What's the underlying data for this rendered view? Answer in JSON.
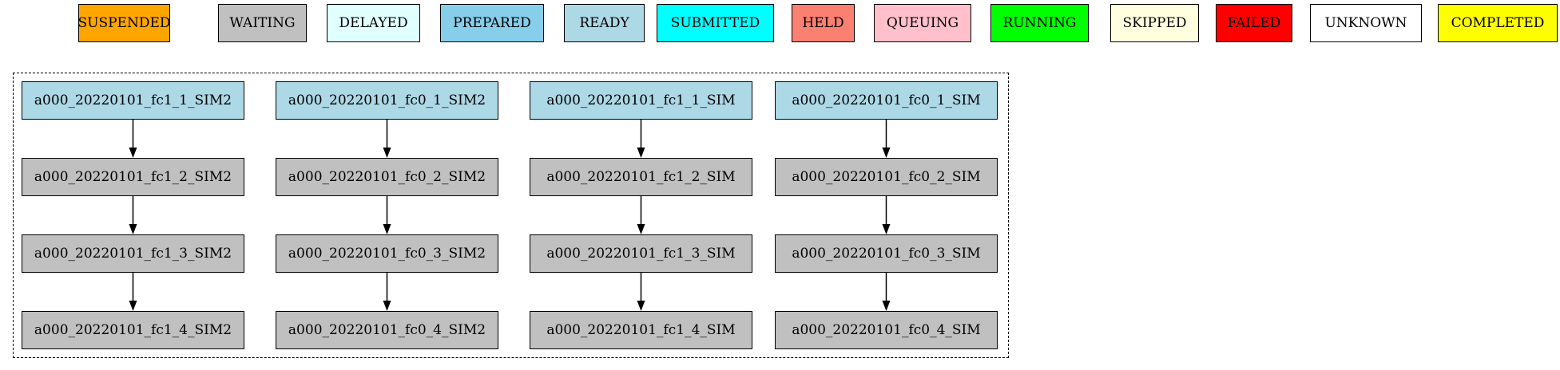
{
  "legend": [
    {
      "label": "SUSPENDED",
      "color": "#FFA500"
    },
    {
      "label": "WAITING",
      "color": "#C0C0C0"
    },
    {
      "label": "DELAYED",
      "color": "#E0FFFF"
    },
    {
      "label": "PREPARED",
      "color": "#87CEEB"
    },
    {
      "label": "READY",
      "color": "#ADD8E6"
    },
    {
      "label": "SUBMITTED",
      "color": "#00FFFF"
    },
    {
      "label": "HELD",
      "color": "#FA8072"
    },
    {
      "label": "QUEUING",
      "color": "#FFC0CB"
    },
    {
      "label": "RUNNING",
      "color": "#00FF00"
    },
    {
      "label": "SKIPPED",
      "color": "#FFFFE0"
    },
    {
      "label": "FAILED",
      "color": "#FF0000"
    },
    {
      "label": "UNKNOWN",
      "color": "#FFFFFF"
    },
    {
      "label": "COMPLETED",
      "color": "#FFFF00"
    }
  ],
  "chains": [
    [
      {
        "label": "a000_20220101_fc1_1_SIM2",
        "status": "READY"
      },
      {
        "label": "a000_20220101_fc1_2_SIM2",
        "status": "WAITING"
      },
      {
        "label": "a000_20220101_fc1_3_SIM2",
        "status": "WAITING"
      },
      {
        "label": "a000_20220101_fc1_4_SIM2",
        "status": "WAITING"
      }
    ],
    [
      {
        "label": "a000_20220101_fc0_1_SIM2",
        "status": "READY"
      },
      {
        "label": "a000_20220101_fc0_2_SIM2",
        "status": "WAITING"
      },
      {
        "label": "a000_20220101_fc0_3_SIM2",
        "status": "WAITING"
      },
      {
        "label": "a000_20220101_fc0_4_SIM2",
        "status": "WAITING"
      }
    ],
    [
      {
        "label": "a000_20220101_fc1_1_SIM",
        "status": "READY"
      },
      {
        "label": "a000_20220101_fc1_2_SIM",
        "status": "WAITING"
      },
      {
        "label": "a000_20220101_fc1_3_SIM",
        "status": "WAITING"
      },
      {
        "label": "a000_20220101_fc1_4_SIM",
        "status": "WAITING"
      }
    ],
    [
      {
        "label": "a000_20220101_fc0_1_SIM",
        "status": "READY"
      },
      {
        "label": "a000_20220101_fc0_2_SIM",
        "status": "WAITING"
      },
      {
        "label": "a000_20220101_fc0_3_SIM",
        "status": "WAITING"
      },
      {
        "label": "a000_20220101_fc0_4_SIM",
        "status": "WAITING"
      }
    ]
  ]
}
